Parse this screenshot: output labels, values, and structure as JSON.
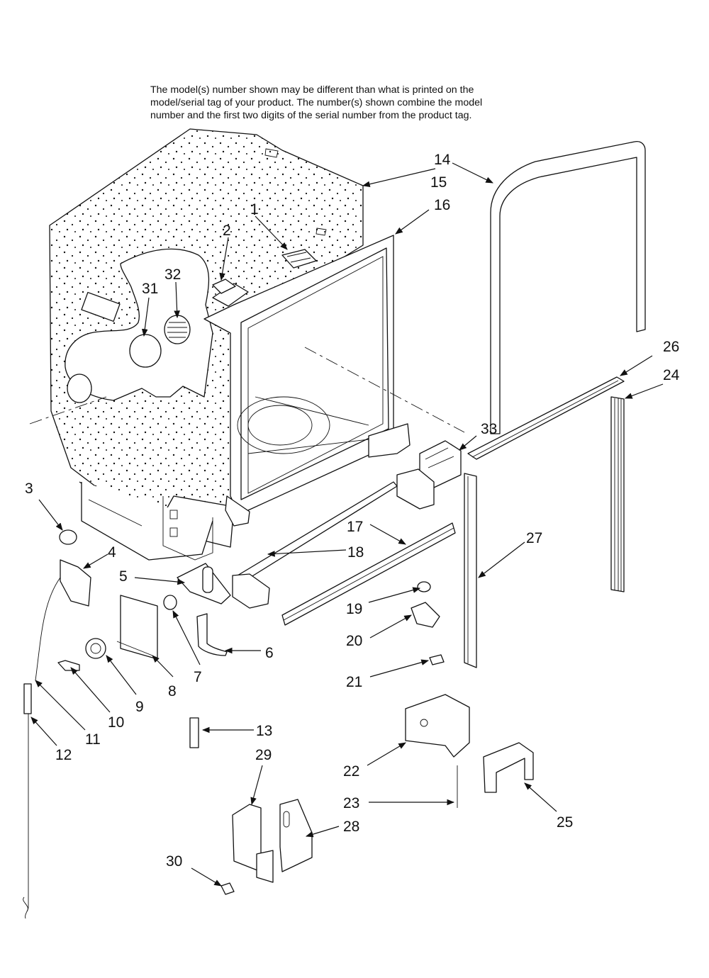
{
  "note": {
    "line1": "The model(s) number shown may be different than what is printed on the",
    "line2": "model/serial tag of your product. The number(s) shown combine the model",
    "line3": "number and the first two digits of the serial number from the product tag."
  },
  "callouts": [
    {
      "id": "1",
      "text": "1"
    },
    {
      "id": "2",
      "text": "2"
    },
    {
      "id": "3",
      "text": "3"
    },
    {
      "id": "4",
      "text": "4"
    },
    {
      "id": "5",
      "text": "5"
    },
    {
      "id": "6",
      "text": "6"
    },
    {
      "id": "7",
      "text": "7"
    },
    {
      "id": "8",
      "text": "8"
    },
    {
      "id": "9",
      "text": "9"
    },
    {
      "id": "10",
      "text": "10"
    },
    {
      "id": "11",
      "text": "11"
    },
    {
      "id": "12",
      "text": "12"
    },
    {
      "id": "13",
      "text": "13"
    },
    {
      "id": "14",
      "text": "14"
    },
    {
      "id": "15",
      "text": "15"
    },
    {
      "id": "16",
      "text": "16"
    },
    {
      "id": "17",
      "text": "17"
    },
    {
      "id": "18",
      "text": "18"
    },
    {
      "id": "19",
      "text": "19"
    },
    {
      "id": "20",
      "text": "20"
    },
    {
      "id": "21",
      "text": "21"
    },
    {
      "id": "22",
      "text": "22"
    },
    {
      "id": "23",
      "text": "23"
    },
    {
      "id": "24",
      "text": "24"
    },
    {
      "id": "25",
      "text": "25"
    },
    {
      "id": "26",
      "text": "26"
    },
    {
      "id": "27",
      "text": "27"
    },
    {
      "id": "28",
      "text": "28"
    },
    {
      "id": "29",
      "text": "29"
    },
    {
      "id": "30",
      "text": "30"
    },
    {
      "id": "31",
      "text": "31"
    },
    {
      "id": "32",
      "text": "32"
    },
    {
      "id": "33",
      "text": "33"
    }
  ],
  "colors": {
    "ink": "#111111",
    "paper": "#ffffff"
  }
}
